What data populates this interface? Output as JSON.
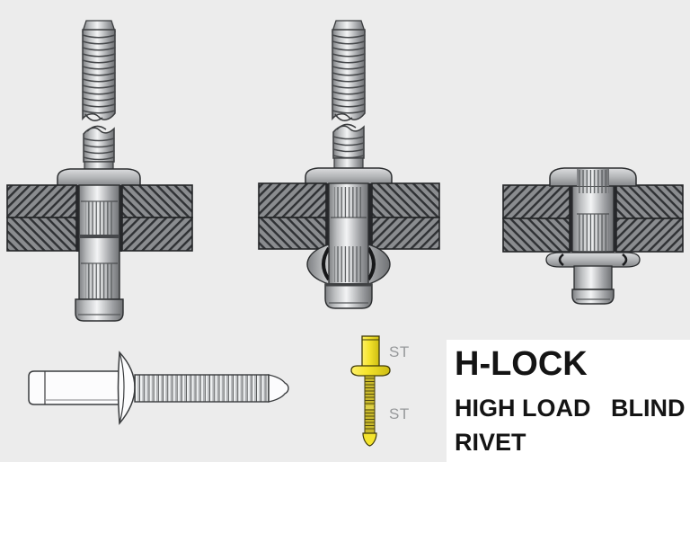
{
  "page": {
    "background_color": "#ececec",
    "base_color": "#ffffff"
  },
  "labels": {
    "st_top": "ST",
    "st_bottom": "ST"
  },
  "title_block": {
    "title": "H-LOCK",
    "line2": "HIGH LOAD   BLIND",
    "line3": "RIVET",
    "text_color": "#141414",
    "background": "#ffffff"
  },
  "illustration": {
    "step_icons": [
      {
        "name": "rivet-inserted-cross-section"
      },
      {
        "name": "rivet-bulb-forming-cross-section"
      },
      {
        "name": "rivet-fully-set-cross-section"
      },
      {
        "name": "blind-rivet-side-view"
      },
      {
        "name": "yellow-rivet-front-view"
      }
    ],
    "colors": {
      "plate_gray": "#8a8c8f",
      "hatch_line": "#2f3134",
      "metal_highlight": "#f3f4f5",
      "metal_shadow": "#6f7174",
      "outline": "#2b2d2f",
      "hole_shadow": "#26272a",
      "rivet_yellow": "#f6e52e",
      "rivet_yellow_dark": "#c9b92b",
      "st_label_gray": "#96989a"
    }
  }
}
